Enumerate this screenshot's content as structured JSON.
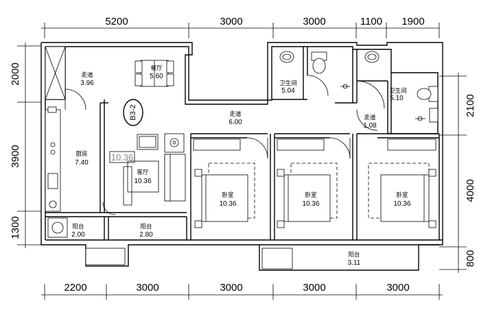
{
  "dimensions": {
    "top": [
      "5200",
      "3000",
      "3000",
      "1100",
      "1900"
    ],
    "bottom": [
      "2200",
      "3000",
      "3000",
      "3000",
      "3000"
    ],
    "left": [
      "2000",
      "3900",
      "1300"
    ],
    "right": [
      "2100",
      "4000",
      "800"
    ]
  },
  "plan_code": "B3-2",
  "stray_label": "10.36",
  "rooms": {
    "corridor_nw": {
      "name": "走道",
      "area": "3.96"
    },
    "dining": {
      "name": "餐厅",
      "area": "5.60"
    },
    "bath1": {
      "name": "卫生间",
      "area": "5.04"
    },
    "bath2": {
      "name": "卫生间",
      "area": "5.10"
    },
    "corridor_main": {
      "name": "走道",
      "area": "6.00"
    },
    "corridor_small": {
      "name": "走道",
      "area": "1.08"
    },
    "kitchen": {
      "name": "厨房",
      "area": "7.40"
    },
    "living": {
      "name": "客厅",
      "area": "10.36"
    },
    "bed1": {
      "name": "卧室",
      "area": "10.36"
    },
    "bed2": {
      "name": "卧室",
      "area": "10.36"
    },
    "bed3": {
      "name": "卧室",
      "area": "10.36"
    },
    "balcony1": {
      "name": "阳台",
      "area": "2.00"
    },
    "balcony2": {
      "name": "阳台",
      "area": "2.80"
    },
    "balcony3": {
      "name": "阳台",
      "area": "3.11"
    }
  }
}
